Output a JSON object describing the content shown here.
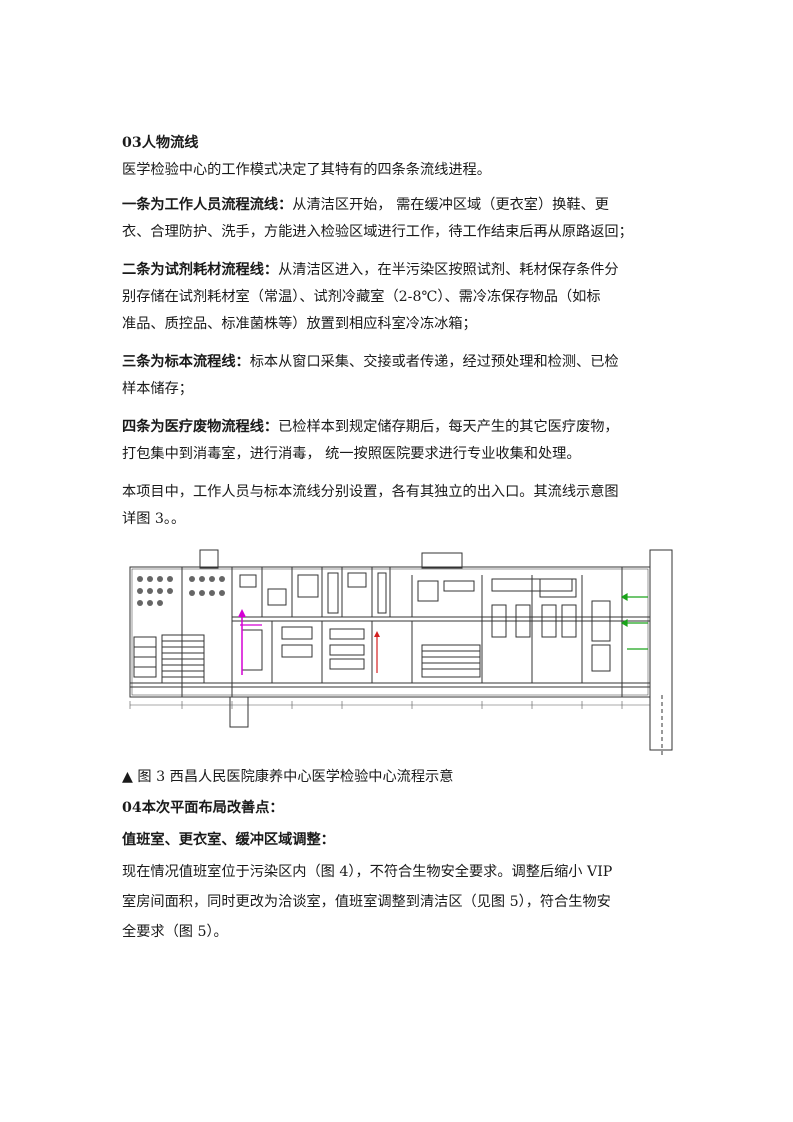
{
  "section03": {
    "heading": "03人物流线",
    "intro": "医学检验中心的工作模式决定了其特有的四条条流线进程。",
    "flows": [
      {
        "label": "一条为工作人员流程流线：",
        "lines": [
          "从清洁区开始，  需在缓冲区域（更衣室）换鞋、更",
          "衣、合理防护、洗手，方能进入检验区域进行工作，待工作结束后再从原路返回；"
        ]
      },
      {
        "label": "二条为试剂耗材流程线：",
        "lines": [
          "从清洁区进入，在半污染区按照试剂、耗材保存条件分",
          "别存储在试剂耗材室（常温）、试剂冷藏室（2-8℃）、需冷冻保存物品（如标",
          "准品、质控品、标准菌株等）放置到相应科室冷冻冰箱；"
        ]
      },
      {
        "label": "三条为标本流程线：",
        "lines": [
          "标本从窗口采集、交接或者传递，经过预处理和检测、已检",
          "样本储存；"
        ]
      },
      {
        "label": "四条为医疗废物流程线：",
        "lines": [
          "已检样本到规定储存期后，每天产生的其它医疗废物，",
          "打包集中到消毒室，进行消毒，  统一按照医院要求进行专业收集和处理。"
        ]
      }
    ],
    "summary_lines": [
      "本项目中，工作人员与标本流线分别设置，各有其独立的出入口。其流线示意图",
      "详图 3。。"
    ]
  },
  "figure": {
    "caption": "▲ 图 3 西昌人民医院康养中心医学检验中心流程示意",
    "colors": {
      "line": "#333333",
      "magenta": "#d400d4",
      "green": "#1aa31a",
      "red": "#d42020"
    }
  },
  "section04": {
    "heading": "04本次平面布局改善点：",
    "subheading": "值班室、更衣室、缓冲区域调整：",
    "lines": [
      "现在情况值班室位于污染区内（图 4），不符合生物安全要求。调整后缩小 VIP",
      "室房间面积，同时更改为洽谈室，值班室调整到清洁区（见图 5），符合生物安",
      "全要求（图 5）。"
    ]
  }
}
